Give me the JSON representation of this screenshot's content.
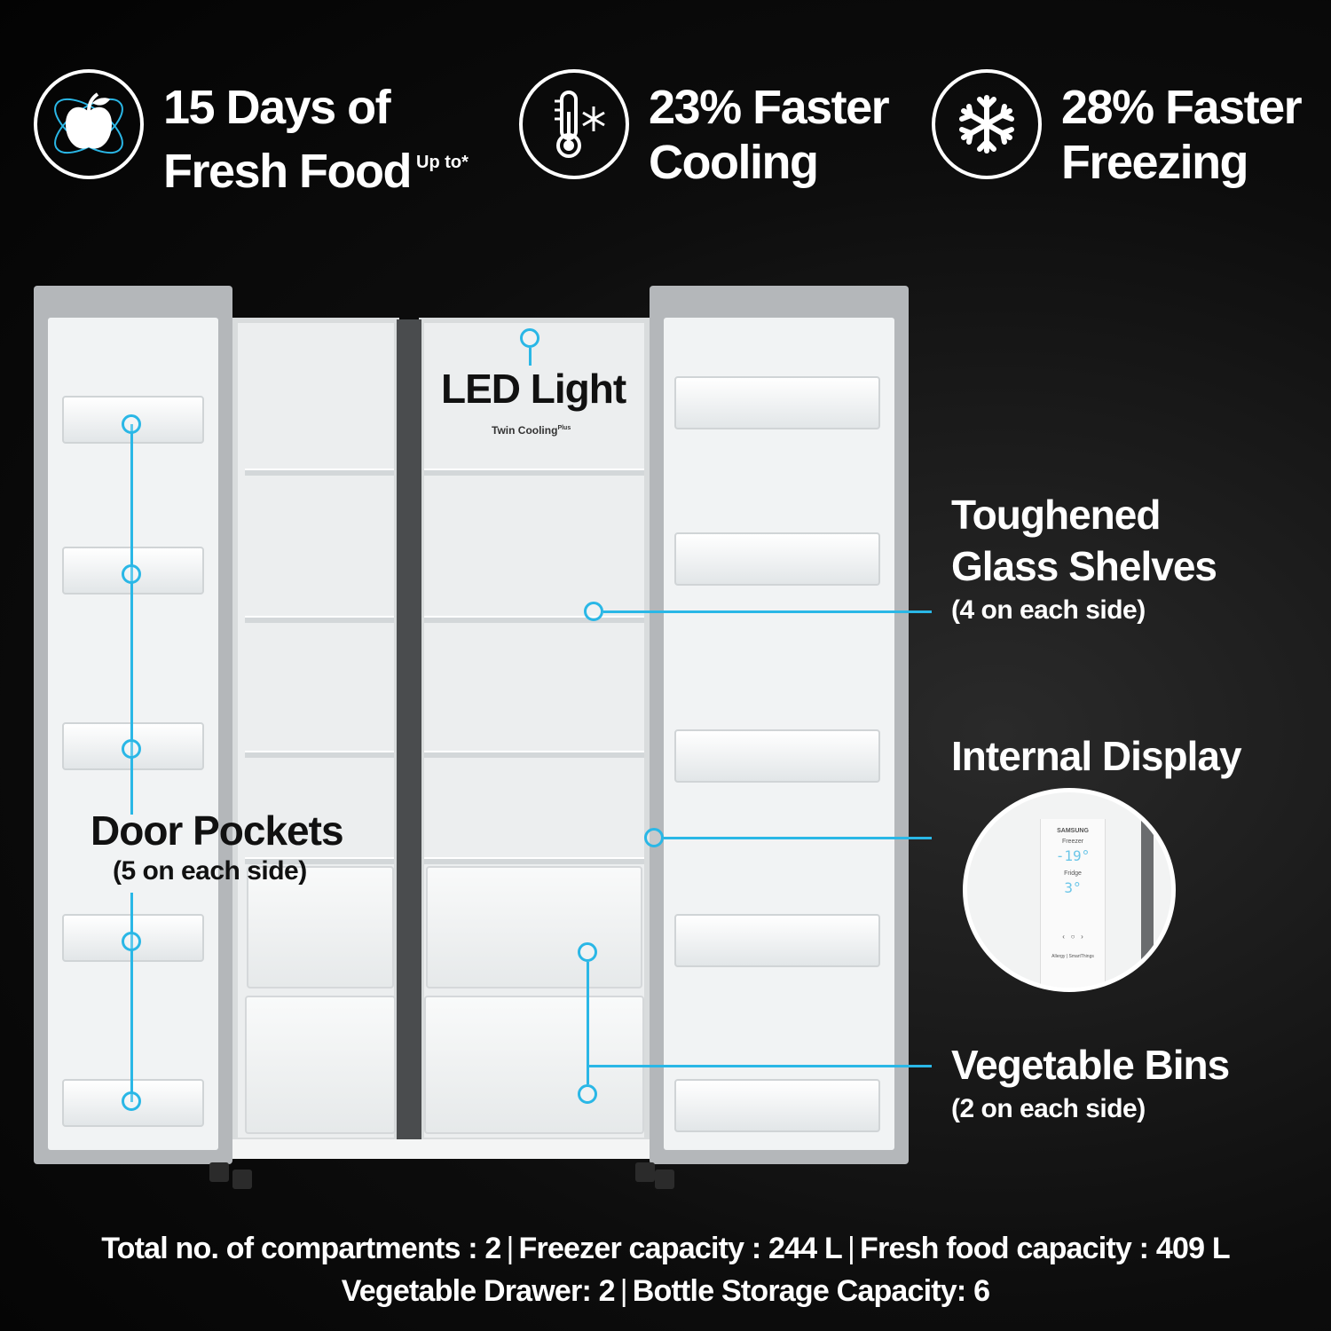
{
  "features": [
    {
      "line1": "15 Days of",
      "line2": "Fresh Food",
      "sup": "Up to*",
      "icon": "apple-icon"
    },
    {
      "line1": "23% Faster",
      "line2": "Cooling",
      "icon": "thermometer-snowflake-icon"
    },
    {
      "line1": "28% Faster",
      "line2": "Freezing",
      "icon": "snowflake-icon"
    }
  ],
  "callouts": {
    "led_light": "LED Light",
    "twin_cooling": "Twin Cooling",
    "twin_cooling_sup": "Plus",
    "door_pockets": "Door Pockets",
    "door_pockets_sub": "(5 on each side)",
    "shelves_line1": "Toughened",
    "shelves_line2": "Glass Shelves",
    "shelves_sub": "(4 on each side)",
    "internal_display": "Internal Display",
    "vegetable_bins": "Vegetable Bins",
    "vegetable_bins_sub": "(2 on each side)"
  },
  "display_panel": {
    "brand": "SAMSUNG",
    "freezer_label": "Freezer",
    "freezer_temp": "-19°",
    "fridge_label": "Fridge",
    "fridge_temp": "3°",
    "footer": "Allergy | SmartThings"
  },
  "specs": {
    "line1": [
      "Total no. of compartments : 2",
      "Freezer capacity : 244 L",
      "Fresh food capacity : 409 L"
    ],
    "line2": [
      "Vegetable Drawer: 2",
      "Bottle Storage Capacity: 6"
    ],
    "separator": "|"
  },
  "colors": {
    "accent": "#2ab7e6",
    "background": "#050505",
    "text": "#ffffff"
  }
}
